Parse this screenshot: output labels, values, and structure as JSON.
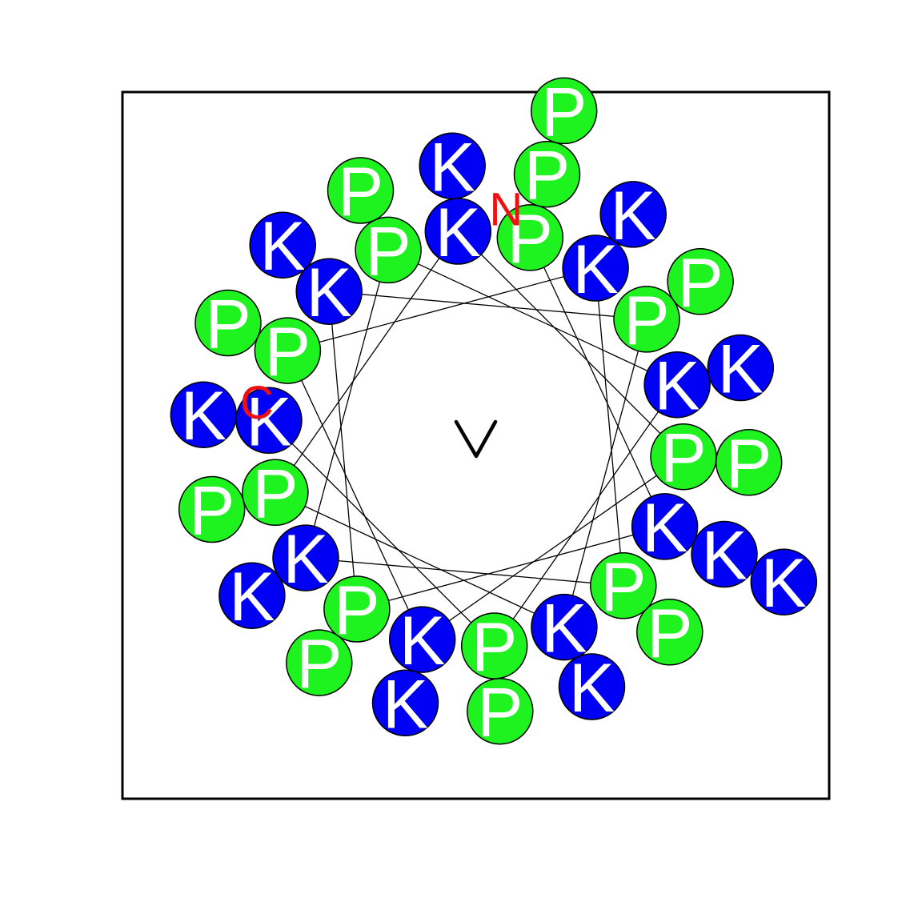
{
  "diagram": {
    "type": "helical-wheel",
    "sequence": "PKPKPKPKPKPKPKPKPKPKPKPKPKPKPKPKPKPKPK",
    "n_terminus_label": "N",
    "c_terminus_label": "C",
    "moment_arrow": "present",
    "residue_colors": {
      "P": "#1ff31f",
      "K": "#0000f5"
    },
    "terminus_label_color": "#ee1111",
    "line_color": "#000000",
    "frame_color": "#000000",
    "background_color": "#ffffff"
  }
}
